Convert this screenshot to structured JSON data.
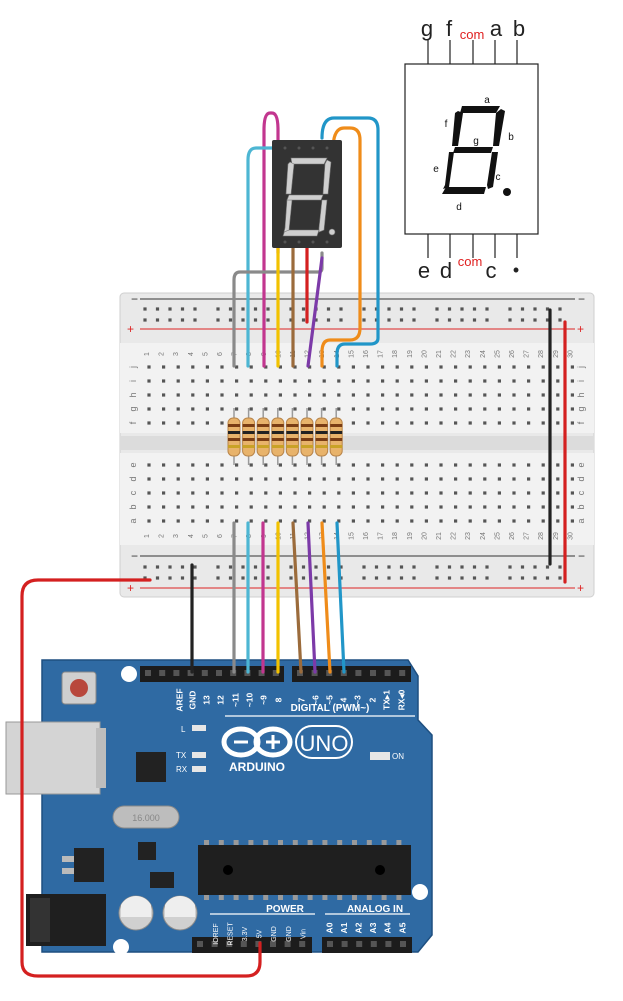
{
  "pinout": {
    "top_pins": [
      "g",
      "f",
      "com",
      "a",
      "b"
    ],
    "bottom_pins": [
      "e",
      "d",
      "com",
      "c",
      "•"
    ],
    "segments": [
      "a",
      "b",
      "c",
      "d",
      "e",
      "f",
      "g"
    ]
  },
  "display": {
    "digit_shown": "8."
  },
  "breadboard": {
    "rail_minus": "−",
    "rail_plus": "+",
    "row_letters_top": [
      "j",
      "i",
      "h",
      "g",
      "f"
    ],
    "row_letters_bottom": [
      "e",
      "d",
      "c",
      "b",
      "a"
    ],
    "column_numbers": [
      "1",
      "2",
      "3",
      "4",
      "5",
      "6",
      "7",
      "8",
      "9",
      "10",
      "11",
      "12",
      "13",
      "14",
      "15",
      "16",
      "17",
      "18",
      "19",
      "20",
      "21",
      "22",
      "23",
      "24",
      "25",
      "26",
      "27",
      "28",
      "29",
      "30"
    ]
  },
  "arduino": {
    "brand": "ARDUINO",
    "model": "UNO",
    "digital_label": "DIGITAL (PWM~)",
    "power_label": "POWER",
    "analog_label": "ANALOG IN",
    "on_label": "ON",
    "l_label": "L",
    "tx_label": "TX",
    "rx_label": "RX",
    "crystal_label": "16.000",
    "digital_pins": [
      "AREF",
      "GND",
      "13",
      "12",
      "~11",
      "~10",
      "~9",
      "8",
      "7",
      "~6",
      "~5",
      "4",
      "~3",
      "2",
      "TX▸1",
      "RX◂0"
    ],
    "power_pins": [
      "IOREF",
      "RESET",
      "3.3V",
      "5V",
      "GND",
      "GND",
      "Vin"
    ],
    "analog_pins": [
      "A0",
      "A1",
      "A2",
      "A3",
      "A4",
      "A5"
    ]
  }
}
